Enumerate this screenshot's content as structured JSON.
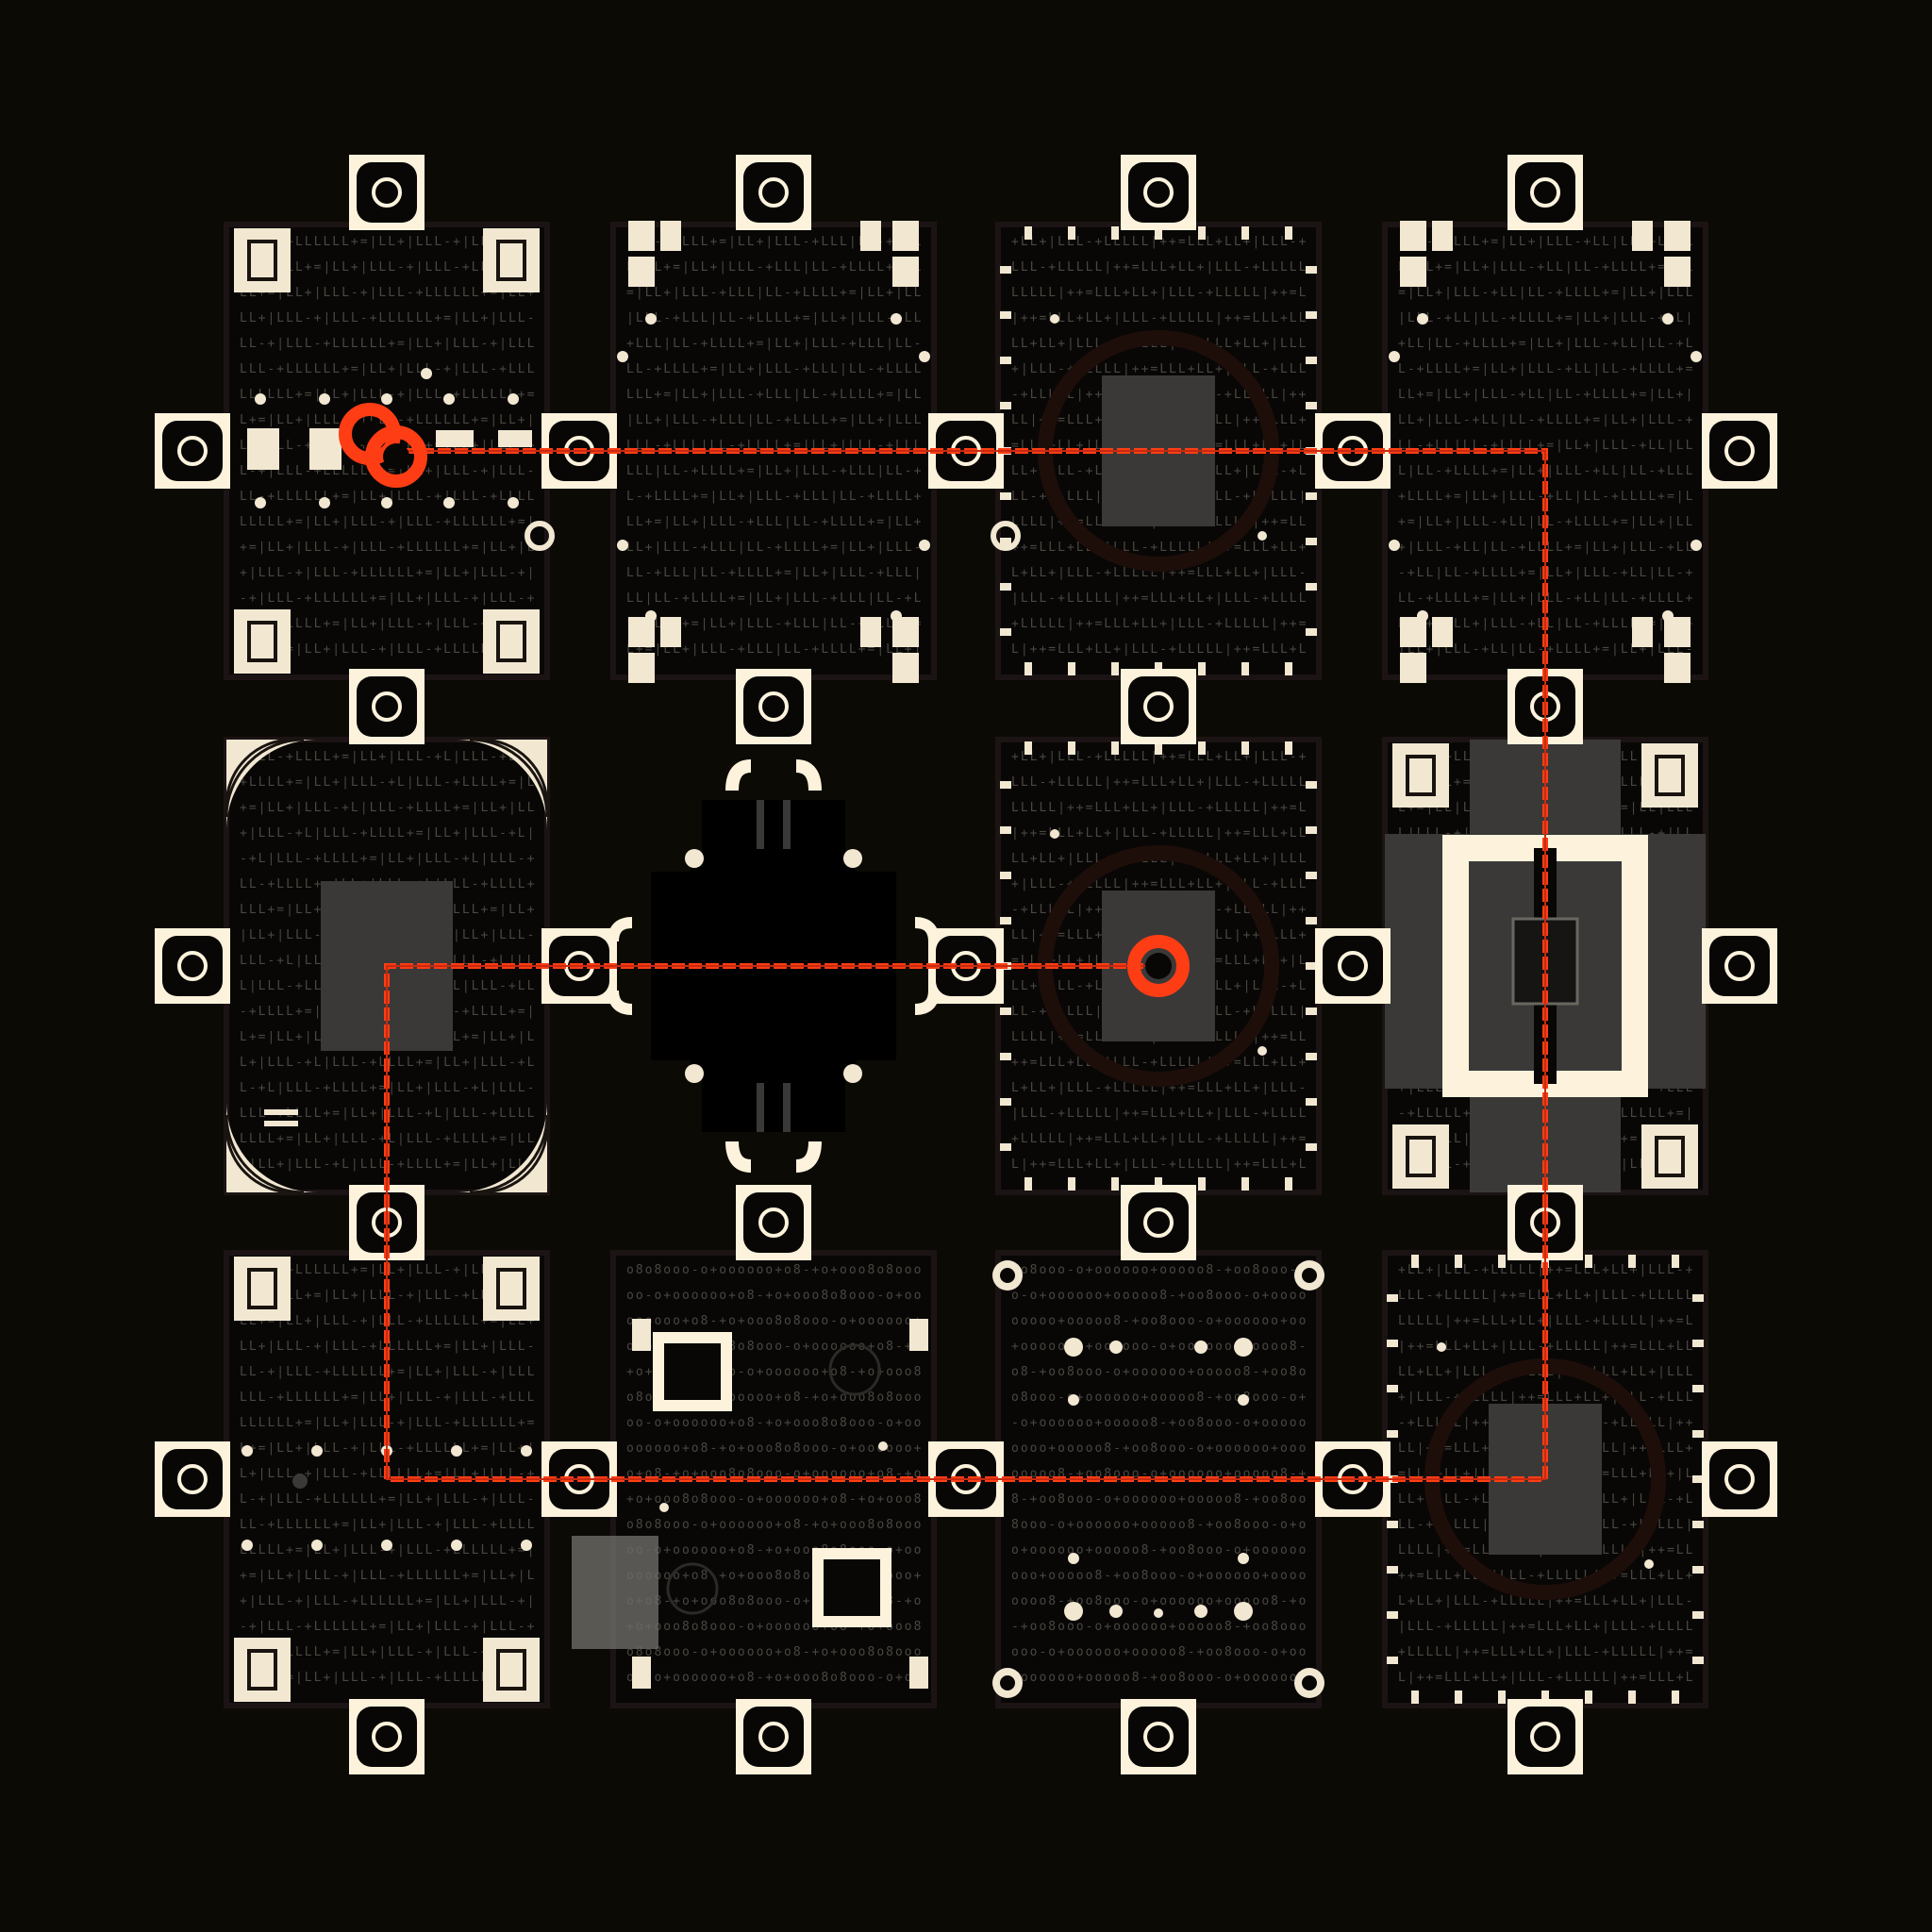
{
  "colors": {
    "background": "#0c0a04",
    "tile": "#080706",
    "tile_edge": "#1c1414",
    "cream": "#f2e8d2",
    "cream_bright": "#fdf3dc",
    "gray_panel": "#3a3938",
    "glyph": "#4a4741",
    "wire": "#ff3d14",
    "wire_dark": "#c82a10"
  },
  "board": {
    "grid": {
      "rows": 3,
      "cols": 4
    },
    "tiles": [
      {
        "row": 0,
        "col": 0,
        "kind": "pad-tile",
        "glyphs": "|LLL-+LLLLLL+=|LL+|LLL-+"
      },
      {
        "row": 0,
        "col": 1,
        "kind": "block-tile",
        "glyphs": "|LL-+LLLL+=|LL+|LLL-+LLL"
      },
      {
        "row": 0,
        "col": 2,
        "kind": "frame-tile",
        "glyphs": "+LL+|LLL-+LLLLL|++=LLL"
      },
      {
        "row": 0,
        "col": 3,
        "kind": "block-tile",
        "glyphs": "|LL-+LLLL+=|LL+|LLL-+LL"
      },
      {
        "row": 1,
        "col": 0,
        "kind": "arc-tile",
        "glyphs": "|LLL-+LLLL+=|LL+|LLL-+L"
      },
      {
        "row": 1,
        "col": 1,
        "kind": "chip-tile",
        "glyphs": ""
      },
      {
        "row": 1,
        "col": 2,
        "kind": "frame-tile",
        "glyphs": "+LL+|LLL-+LLLLL|++=LLL"
      },
      {
        "row": 1,
        "col": 3,
        "kind": "gate-tile",
        "glyphs": "|LLL-+LLLLL+=|LL|LLL-+"
      },
      {
        "row": 2,
        "col": 0,
        "kind": "pad-tile",
        "glyphs": "|LLL-+LLLLLL+=|LL+|LLL-+"
      },
      {
        "row": 2,
        "col": 1,
        "kind": "square-tile",
        "glyphs": "o8o8ooo-o+oooooo+o8-+o+oo"
      },
      {
        "row": 2,
        "col": 2,
        "kind": "dot-tile",
        "glyphs": "oo8ooo-o+oooooo+ooooo8-+"
      },
      {
        "row": 2,
        "col": 3,
        "kind": "frame-tile",
        "glyphs": "+LL+|LLL-+LLLLL|++=LLL"
      }
    ]
  },
  "wire": {
    "start": {
      "row": 0,
      "col": 0,
      "label": "start-node"
    },
    "end": {
      "row": 1,
      "col": 2,
      "label": "end-node"
    }
  },
  "icons": {
    "port": "port-ring-icon",
    "node": "wire-node-icon",
    "chip": "chip-icon",
    "corner": "corner-pad-icon",
    "arc": "arc-quadrant-icon"
  }
}
